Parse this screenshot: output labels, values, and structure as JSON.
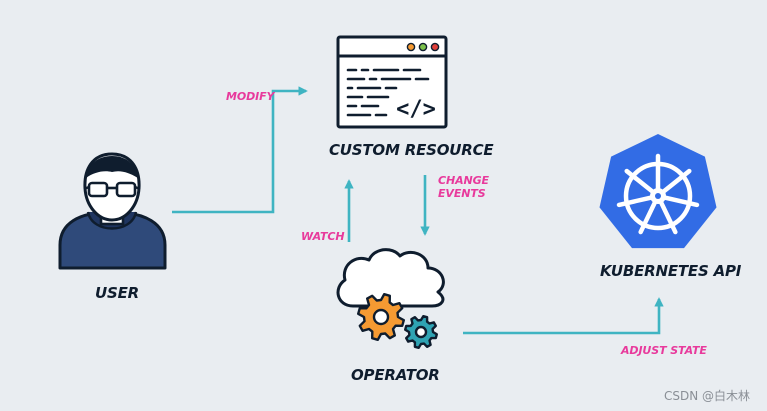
{
  "nodes": {
    "custom_resource": {
      "label": "CUSTOM RESOURCE",
      "code_glyph": "</>"
    },
    "user": {
      "label": "USER"
    },
    "operator": {
      "label": "OPERATOR"
    },
    "kubernetes_api": {
      "label": "KUBERNETES API"
    }
  },
  "edges": {
    "modify": {
      "label": "MODIFY"
    },
    "watch": {
      "label": "WATCH"
    },
    "change_events": {
      "label": "CHANGE EVENTS",
      "line1": "CHANGE",
      "line2": "EVENTS"
    },
    "adjust_state": {
      "label": "ADJUST STATE"
    }
  },
  "watermark": "CSDN @白木林",
  "colors": {
    "background": "#e9edf1",
    "arrow": "#3fb4c2",
    "edge_label": "#e83a9c",
    "outline": "#0f1d2e",
    "hoodie": "#2f4a7a",
    "kubernetes_blue": "#326ce5",
    "gear_orange": "#f59a32",
    "gear_teal": "#2fa3b3"
  },
  "icons": [
    "browser-code-icon",
    "user-avatar-icon",
    "cloud-gears-icon",
    "kubernetes-logo-icon"
  ]
}
